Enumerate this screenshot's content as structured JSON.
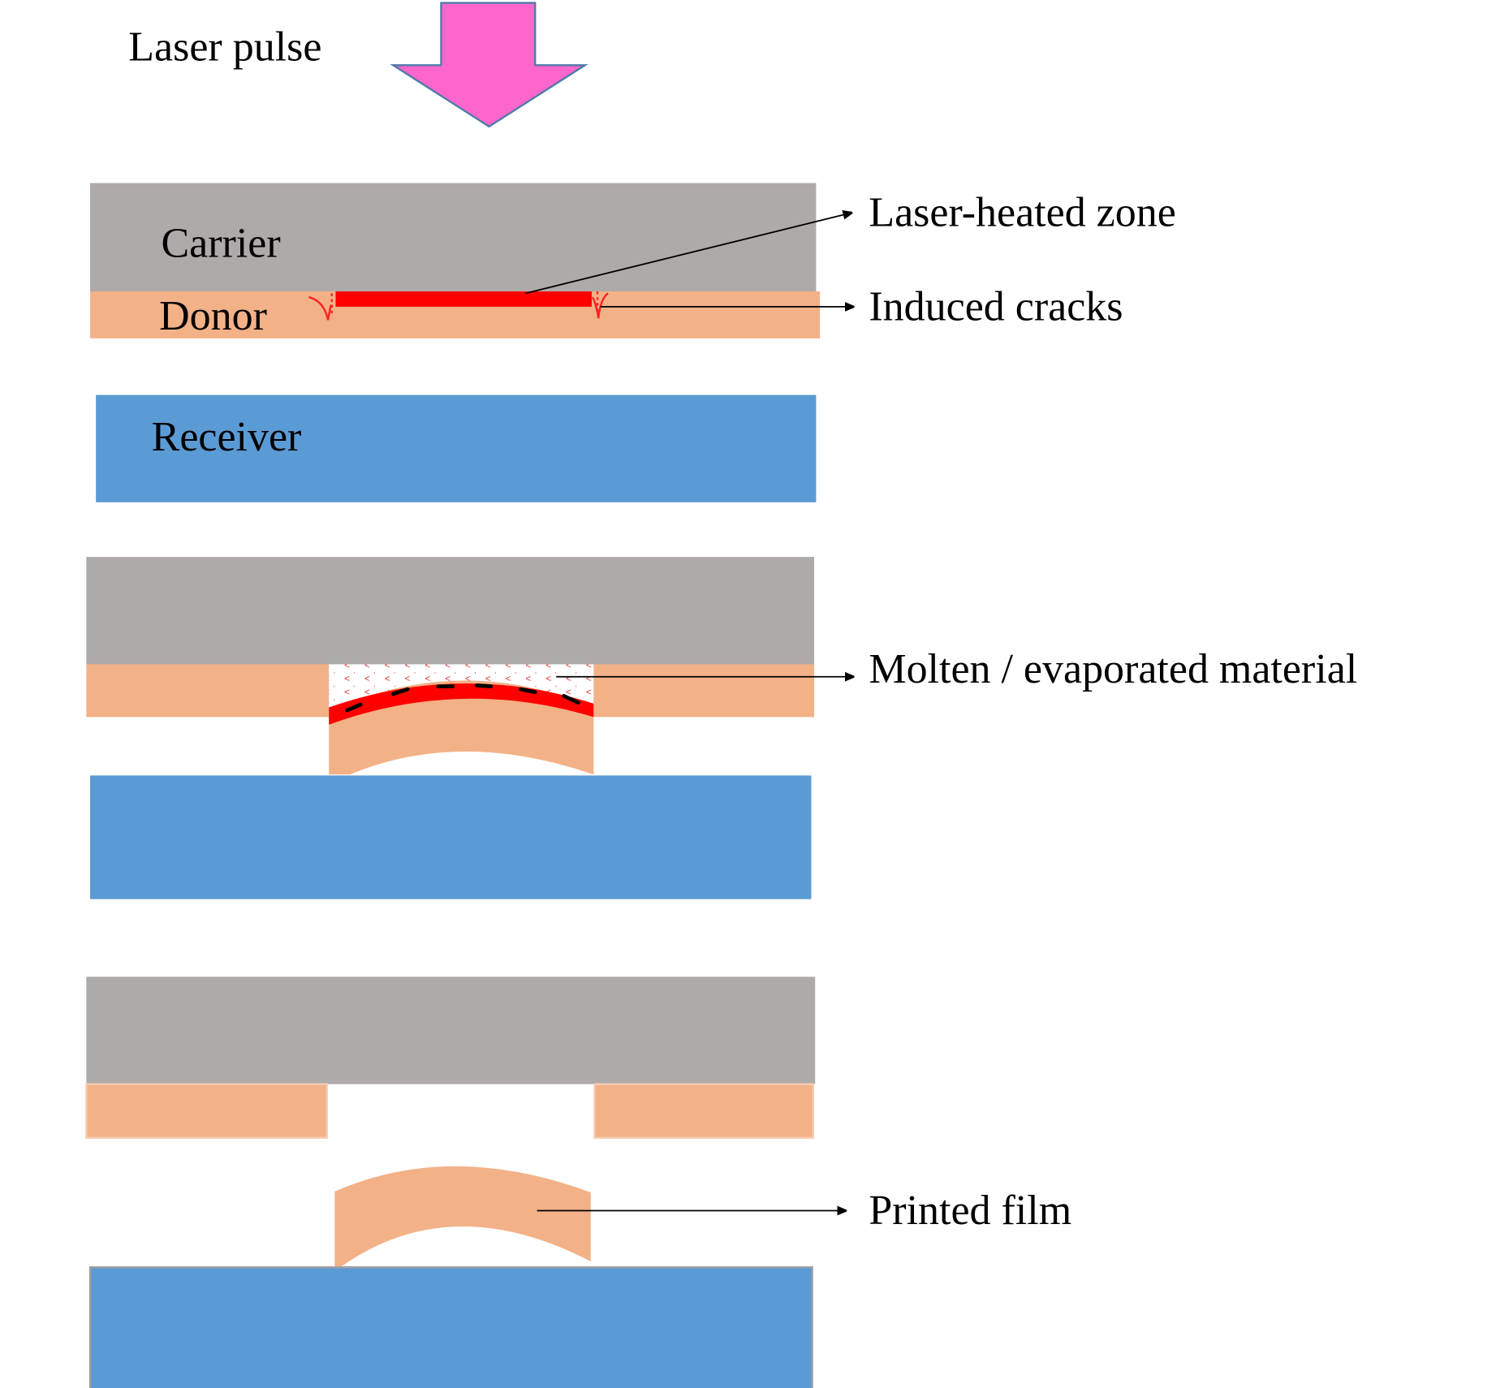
{
  "diagram": {
    "title_label": "Laser pulse",
    "stage1": {
      "carrier_label": "Carrier",
      "donor_label": "Donor",
      "receiver_label": "Receiver",
      "callouts": {
        "heated_zone": "Laser-heated zone",
        "cracks": "Induced cracks"
      }
    },
    "stage2": {
      "callouts": {
        "molten": "Molten / evaporated material"
      }
    },
    "stage3": {
      "callouts": {
        "printed_film": "Printed film"
      }
    },
    "colors": {
      "carrier": "#aeaaa9",
      "donor": "#f3b187",
      "receiver": "#5b9bd5",
      "heated": "#ff0000",
      "laser_arrow_fill": "#ff66cc",
      "laser_arrow_stroke": "#4f7aa8"
    }
  }
}
